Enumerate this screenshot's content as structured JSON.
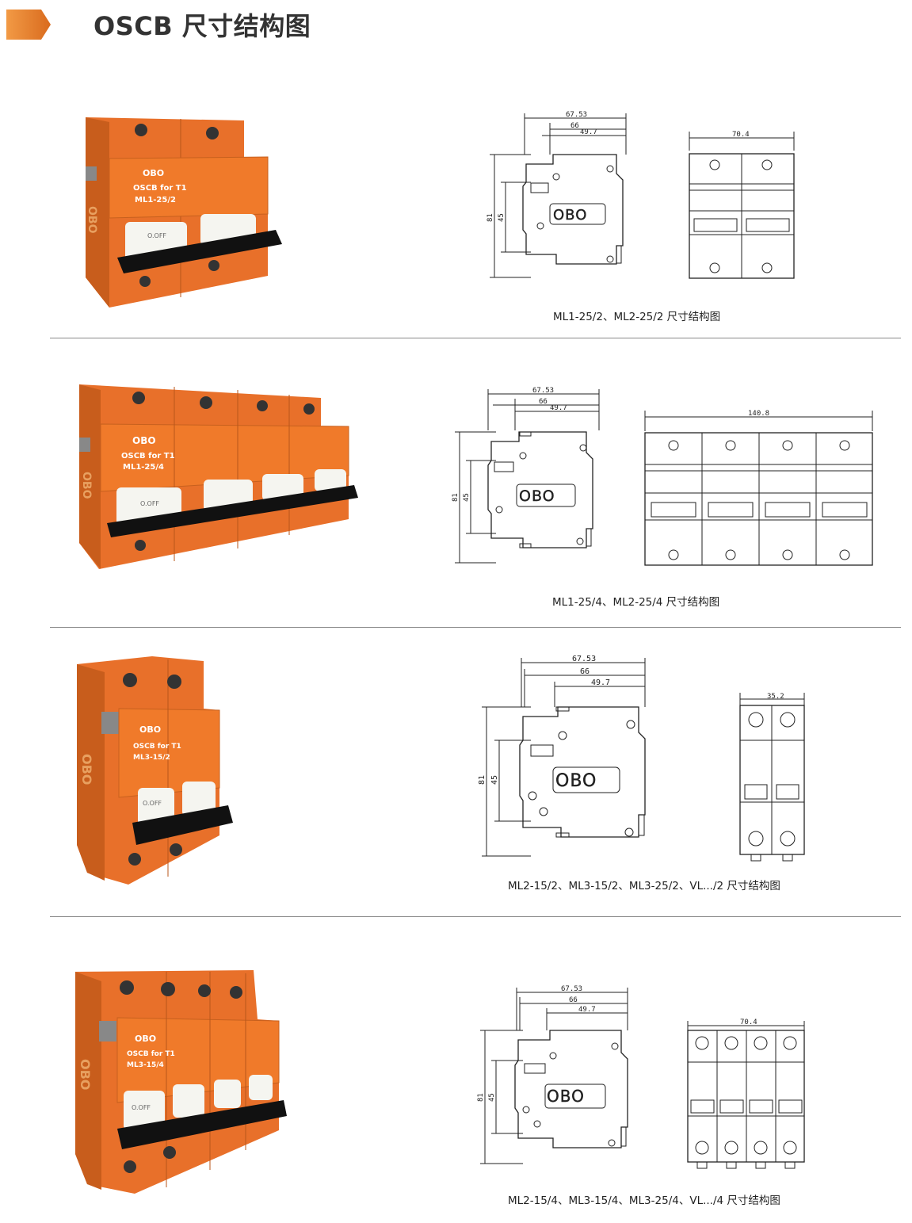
{
  "header": {
    "title": "OSCB 尺寸结构图",
    "accent_color": "#e07b2e"
  },
  "product": {
    "brand": "OBO",
    "body_color": "#f07a2a",
    "handle_color": "#111111",
    "switch_label": "O.OFF",
    "side_badge": "OBO"
  },
  "sections": [
    {
      "product_text": [
        "OSCB for T1",
        "ML1-25/2"
      ],
      "side_dims": {
        "overall": "67.53",
        "mid": "66",
        "inner": "49.7",
        "height": "81",
        "inner_height": "45"
      },
      "width_dim": "70.4",
      "caption": "ML1-25/2、ML2-25/2 尺寸结构图"
    },
    {
      "product_text": [
        "OSCB for T1",
        "ML1-25/4"
      ],
      "side_dims": {
        "overall": "67.53",
        "mid": "66",
        "inner": "49.7",
        "height": "81",
        "inner_height": "45"
      },
      "width_dim": "140.8",
      "caption": "ML1-25/4、ML2-25/4 尺寸结构图"
    },
    {
      "product_text": [
        "OSCB for T1",
        "ML3-15/2"
      ],
      "side_dims": {
        "overall": "67.53",
        "mid": "66",
        "inner": "49.7",
        "height": "81",
        "inner_height": "45"
      },
      "width_dim": "35.2",
      "caption": "ML2-15/2、ML3-15/2、ML3-25/2、VL.../2 尺寸结构图"
    },
    {
      "product_text": [
        "OSCB for T1",
        "ML3-15/4"
      ],
      "side_dims": {
        "overall": "67.53",
        "mid": "66",
        "inner": "49.7",
        "height": "81",
        "inner_height": "45"
      },
      "width_dim": "70.4",
      "caption": "ML2-15/4、ML3-15/4、ML3-25/4、VL.../4 尺寸结构图"
    }
  ]
}
